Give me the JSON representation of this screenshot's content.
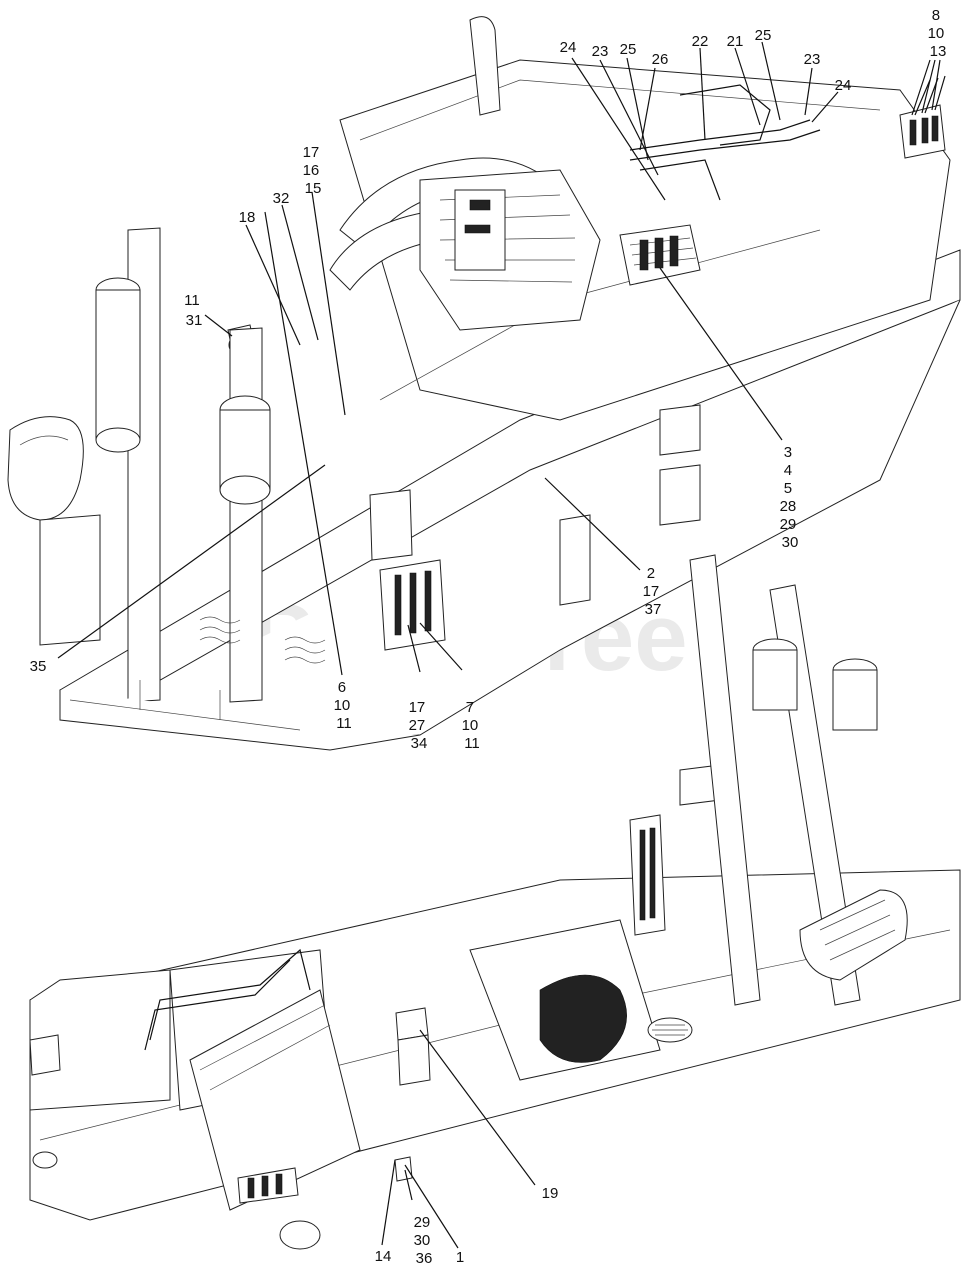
{
  "watermark": "PartsTree",
  "callouts": [
    {
      "id": "c-8-10-13",
      "lines": [
        "8",
        "10",
        "13"
      ]
    },
    {
      "id": "c-24a",
      "lines": [
        "24"
      ]
    },
    {
      "id": "c-23a",
      "lines": [
        "23"
      ]
    },
    {
      "id": "c-25a",
      "lines": [
        "25"
      ]
    },
    {
      "id": "c-26",
      "lines": [
        "26"
      ]
    },
    {
      "id": "c-22",
      "lines": [
        "22"
      ]
    },
    {
      "id": "c-21",
      "lines": [
        "21"
      ]
    },
    {
      "id": "c-25b",
      "lines": [
        "25"
      ]
    },
    {
      "id": "c-23b",
      "lines": [
        "23"
      ]
    },
    {
      "id": "c-24b",
      "lines": [
        "24"
      ]
    },
    {
      "id": "c-17-16-15",
      "lines": [
        "17",
        "16",
        "15"
      ]
    },
    {
      "id": "c-32",
      "lines": [
        "32"
      ]
    },
    {
      "id": "c-18",
      "lines": [
        "18"
      ]
    },
    {
      "id": "c-11-31",
      "lines": [
        "11",
        "31"
      ]
    },
    {
      "id": "c-3-4-5-28-29-30",
      "lines": [
        "3",
        "4",
        "5",
        "28",
        "29",
        "30"
      ]
    },
    {
      "id": "c-2-17-37",
      "lines": [
        "2",
        "17",
        "37"
      ]
    },
    {
      "id": "c-35",
      "lines": [
        "35"
      ]
    },
    {
      "id": "c-6-10-11",
      "lines": [
        "6",
        "10",
        "11"
      ]
    },
    {
      "id": "c-17-27-34",
      "lines": [
        "17",
        "27",
        "34"
      ]
    },
    {
      "id": "c-7-10-11",
      "lines": [
        "7",
        "10",
        "11"
      ]
    },
    {
      "id": "c-19",
      "lines": [
        "19"
      ]
    },
    {
      "id": "c-14",
      "lines": [
        "14"
      ]
    },
    {
      "id": "c-29-30-36",
      "lines": [
        "29",
        "30",
        "36"
      ]
    },
    {
      "id": "c-1",
      "lines": [
        "1"
      ]
    }
  ]
}
